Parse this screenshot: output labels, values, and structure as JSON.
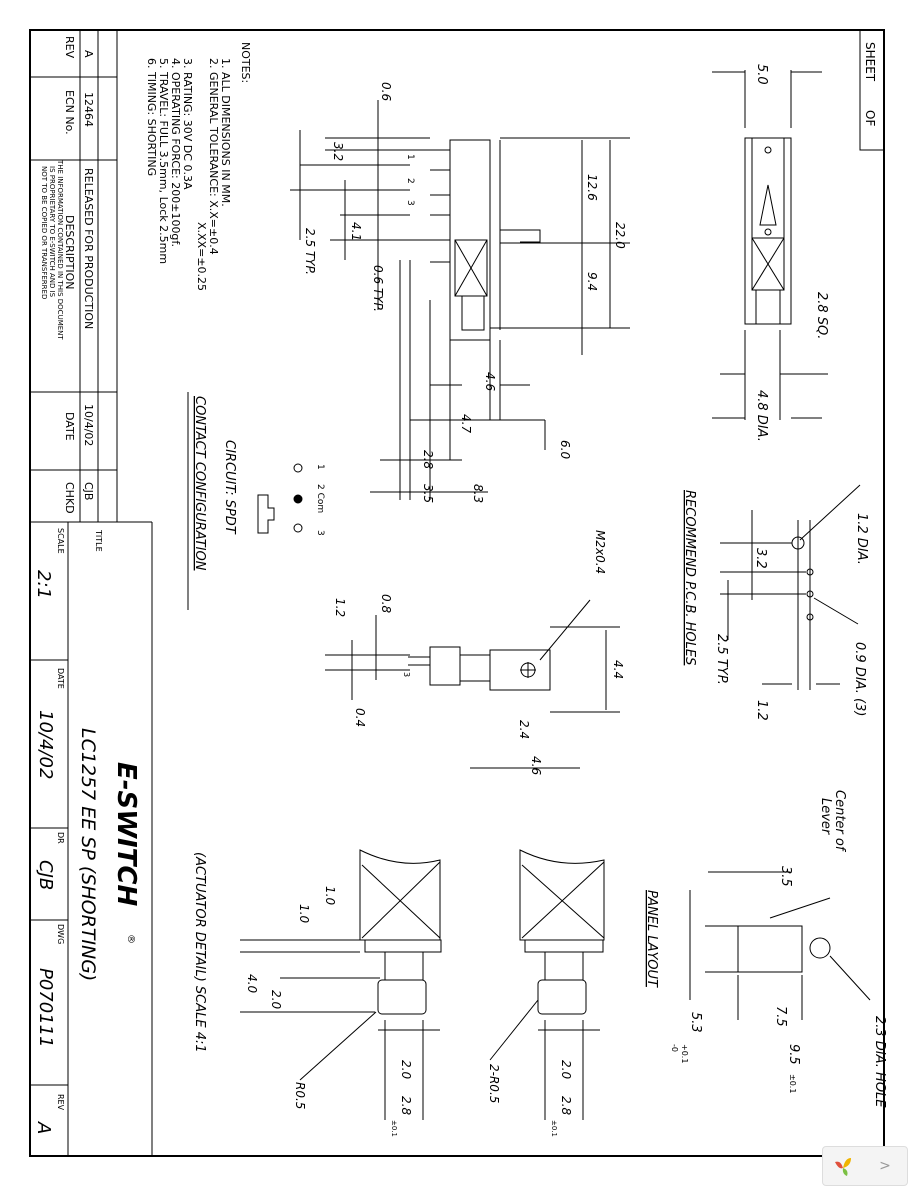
{
  "sheet_label": "SHEET",
  "sheet_of": "OF",
  "notes": {
    "title": "NOTES:",
    "items": [
      "1. ALL DIMENSIONS IN MM.",
      "2. GENERAL TOLERANCE: X.X=±0.4",
      "X.XX=±0.25",
      "3. RATING: 30V DC  0.3A",
      "4. OPERATING FORCE: 200±100gf.",
      "5. TRAVEL: FULL 3.5mm, Lock 2.5mm",
      "6. TIMING: SHORTING"
    ]
  },
  "revision_table": {
    "headers": [
      "REV",
      "ECN No.",
      "DESCRIPTION",
      "DATE",
      "CHKD"
    ],
    "row": [
      "A",
      "12464",
      "RELEASED FOR PRODUCTION",
      "10/4/02",
      "CJB"
    ]
  },
  "proprietary": [
    "THE INFORMATION CONTAINED IN THIS DOCUMENT",
    "IS PROPRIETARY TO E-SWITCH AND IS",
    "NOT TO BE COPIED OR TRANSFERRED"
  ],
  "title_block": {
    "title_label": "TITLE",
    "title": "LC1257 EE SP (SHORTING)",
    "brand": "E-SWITCH",
    "brand_mark": "®",
    "scale_label": "SCALE",
    "scale": "2:1",
    "date_label": "DATE",
    "date": "10/4/02",
    "dr_label": "DR",
    "dr": "CJB",
    "dwg_label": "DWG",
    "dwg": "P070111",
    "rev_label": "REV",
    "rev": "A"
  },
  "top_view": {
    "dim_width": "5.0",
    "dim_sq": "2.8 SQ.",
    "dim_dia": "4.8 DIA."
  },
  "side_view": {
    "dims": [
      "0.6",
      "3.2",
      "4.1",
      "2.5 TYP.",
      "0.6 TYP.",
      "12.6",
      "22.0",
      "9.4",
      "4.6",
      "4.7",
      "6.0",
      "2.8",
      "3.5",
      "8.3"
    ],
    "pins": [
      "1",
      "2",
      "3"
    ]
  },
  "circuit": {
    "title": "CIRCUIT: SPDT",
    "pin_labels": [
      "1",
      "2 Com",
      "3"
    ]
  },
  "contact_title": "CONTACT CONFIGURATION",
  "pcb": {
    "title": "RECOMMEND P.C.B. HOLES",
    "dims": [
      "1.2 DIA.",
      "3.2",
      "2.5 TYP.",
      "0.9 DIA. (3)",
      "1.2"
    ]
  },
  "front_view": {
    "dims": [
      "M2x0.4",
      "0.8",
      "1.2",
      "0.4",
      "4.4",
      "2.4",
      "4.6"
    ],
    "pin": "3"
  },
  "panel": {
    "title": "PANEL LAYOUT",
    "dims": [
      "Center of",
      "Lever",
      "3.5",
      "2.3 DIA. HOLE",
      "5.3",
      "+0.1",
      "-0",
      "7.5",
      "9.5",
      "±0.1"
    ]
  },
  "actuator": {
    "title": "(ACTUATOR DETAIL) SCALE 4:1",
    "dims_a": [
      "1.0",
      "1.0",
      "4.0",
      "2.0",
      "2.0",
      "2.8",
      "±0.1",
      "R0.5"
    ],
    "dims_b": [
      "2.0",
      "2.8",
      "±0.1",
      "2-R0.5"
    ]
  },
  "viewer": {
    "next_label": ">"
  }
}
